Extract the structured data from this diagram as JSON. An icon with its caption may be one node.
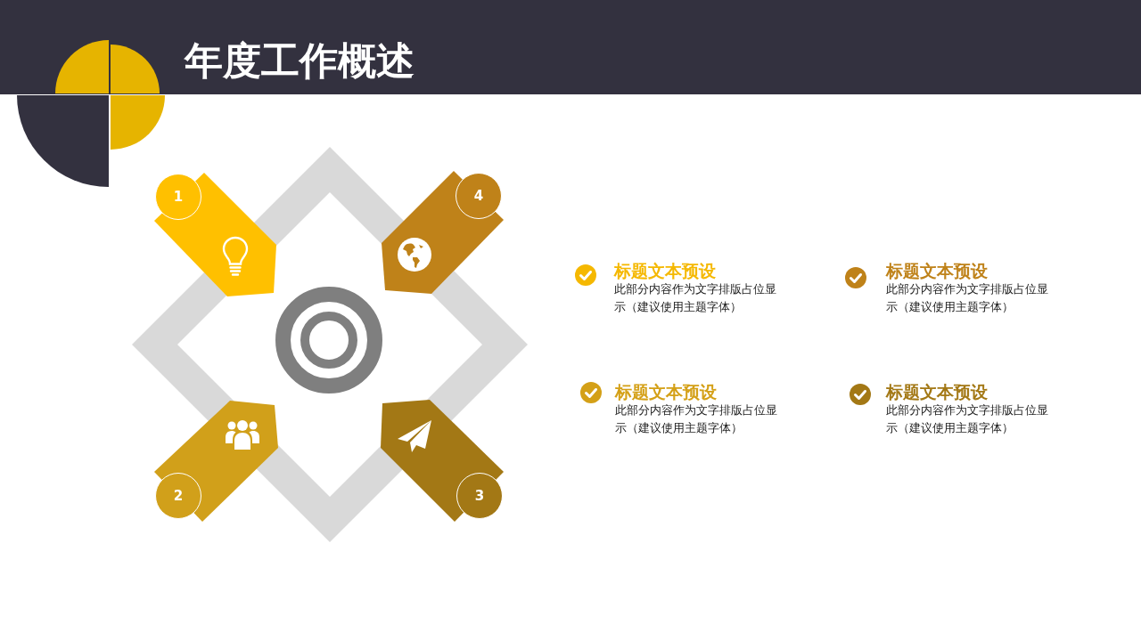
{
  "diagram": {
    "title": "年度工作概述",
    "nodes": [
      {
        "text": [
          "1"
        ]
      },
      {
        "text": [
          "4"
        ]
      },
      {
        "text": [
          "2"
        ]
      },
      {
        "text": [
          "3"
        ]
      }
    ],
    "labels": [
      "标题文本预设",
      "此部分内容作为文字排版占位显示（建议使用主题字体）",
      "标题文本预设",
      "此部分内容作为文字排版占位显示（建议使用主题字体）",
      "标题文本预设",
      "此部分内容作为文字排版占位显示（建议使用主题字体）",
      "标题文本预设",
      "此部分内容作为文字排版占位显示（建议使用主题字体）"
    ]
  }
}
